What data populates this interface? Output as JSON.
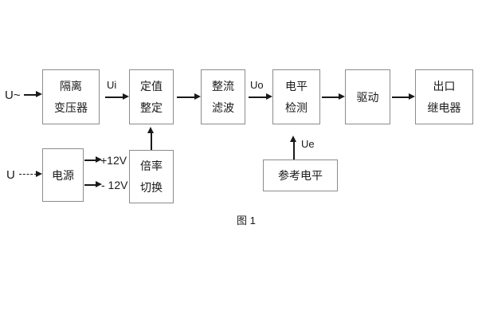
{
  "figure": {
    "caption": "图 1",
    "background_color": "#ffffff",
    "box_border_color": "#8c8c8c",
    "line_color": "#1a1a1a"
  },
  "inputs": [
    {
      "name": "ac-input",
      "label": "U~",
      "line_style": "solid"
    },
    {
      "name": "dc-input",
      "label": "U",
      "line_style": "dashed"
    }
  ],
  "blocks": [
    {
      "id": "isolation-transformer",
      "lines": [
        "隔离",
        "变压器"
      ]
    },
    {
      "id": "setting-value",
      "lines": [
        "定值",
        "整定"
      ]
    },
    {
      "id": "rectifier-filter",
      "lines": [
        "整流",
        "滤波"
      ]
    },
    {
      "id": "level-detection",
      "lines": [
        "电平",
        "检测"
      ]
    },
    {
      "id": "drive",
      "lines": [
        "驱动"
      ]
    },
    {
      "id": "output-relay",
      "lines": [
        "出口",
        "继电器"
      ]
    },
    {
      "id": "power-supply",
      "lines": [
        "电源"
      ]
    },
    {
      "id": "multiplier-switch",
      "lines": [
        "倍率",
        "切换"
      ]
    },
    {
      "id": "reference-level",
      "lines": [
        "参考电平"
      ]
    }
  ],
  "signal_labels": [
    {
      "id": "ui",
      "text": "Ui"
    },
    {
      "id": "uo",
      "text": "Uo"
    },
    {
      "id": "ue",
      "text": "Ue"
    }
  ],
  "power_rails": [
    {
      "id": "positive-rail",
      "text": "+12V"
    },
    {
      "id": "negative-rail",
      "text": "- 12V"
    }
  ]
}
